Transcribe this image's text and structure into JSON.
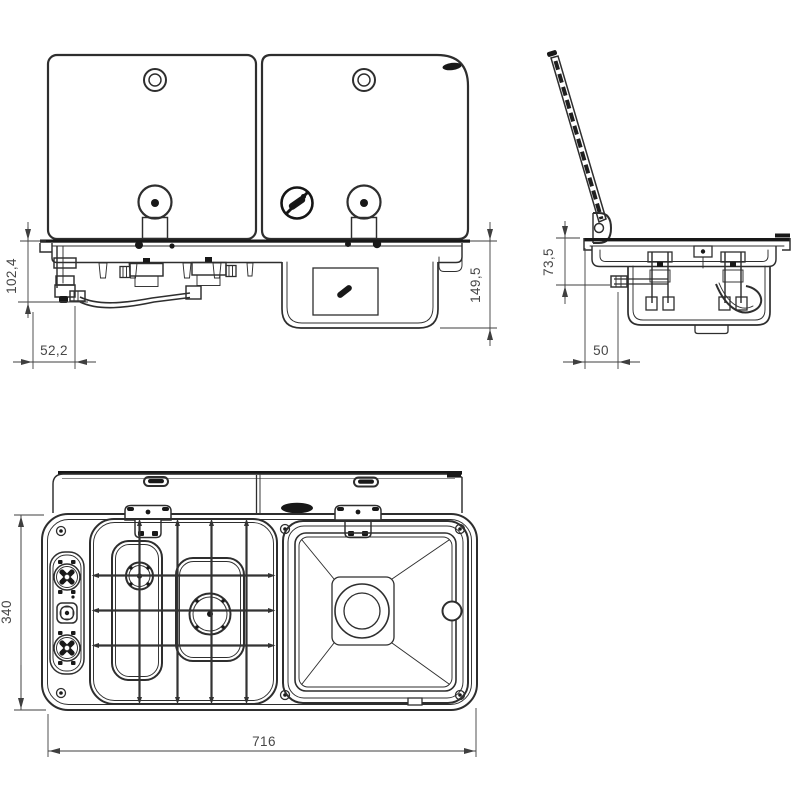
{
  "views": {
    "front": {
      "mount_depth": "102,4",
      "gas_offset": "52,2",
      "overall_height": "149,5"
    },
    "side": {
      "mount_depth": "73,5",
      "gas_offset": "50"
    },
    "plan": {
      "depth": "340",
      "width": "716"
    }
  },
  "icons": [
    "do-not-cut-warning-icon",
    "brand-logo-icon",
    "lid-handle-icon",
    "lid-hinge-icon",
    "control-knob-icon",
    "ignition-button-icon",
    "burner-icon",
    "pan-support-grid",
    "drain-icon",
    "tap-hole-icon",
    "screw-icon"
  ],
  "colors": {
    "line": "#2e2e2e",
    "dark": "#181818",
    "dim_line": "#3f3f3f",
    "dim_text": "#474747",
    "background": "#ffffff"
  }
}
